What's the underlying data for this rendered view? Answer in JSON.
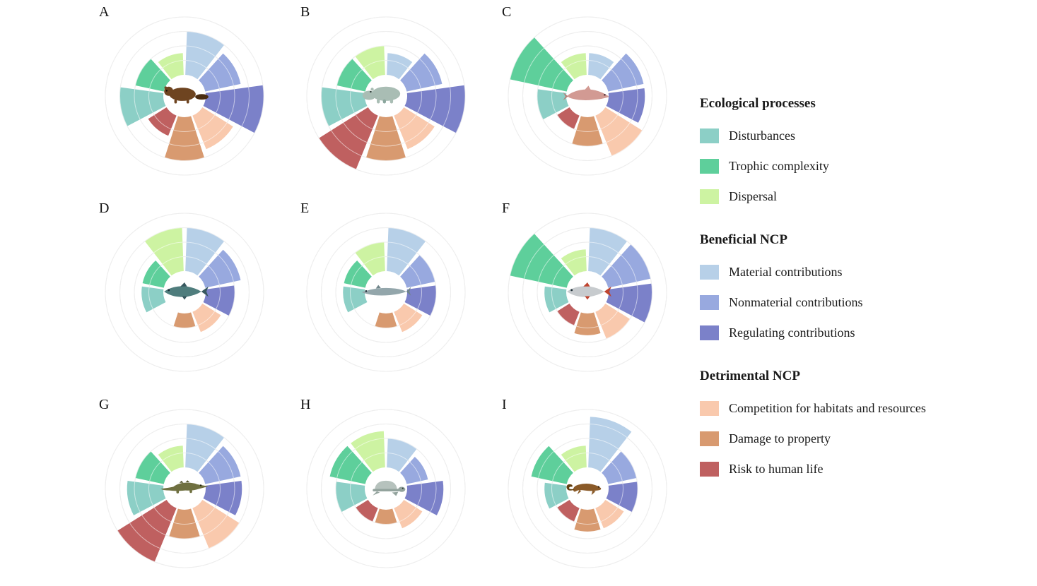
{
  "legend": {
    "groups": [
      {
        "title": "Ecological processes",
        "items": [
          {
            "label": "Disturbances",
            "color": "#8ccfc6"
          },
          {
            "label": "Trophic complexity",
            "color": "#5ecf9b"
          },
          {
            "label": "Dispersal",
            "color": "#cdf3a2"
          }
        ]
      },
      {
        "title": "Beneficial NCP",
        "items": [
          {
            "label": "Material contributions",
            "color": "#b7d0e8"
          },
          {
            "label": "Nonmaterial contributions",
            "color": "#98a9df"
          },
          {
            "label": "Regulating contributions",
            "color": "#7b81c9"
          }
        ]
      },
      {
        "title": "Detrimental NCP",
        "items": [
          {
            "label": "Competition for habitats and resources",
            "color": "#f9c9ad"
          },
          {
            "label": "Damage to property",
            "color": "#d89a70"
          },
          {
            "label": "Risk to human life",
            "color": "#bf6060"
          }
        ]
      }
    ]
  },
  "chart_data": {
    "type": "polar-bar",
    "layout": "3x3 small multiples, one polar (coxcomb) chart per species, sectors clockwise from top",
    "scale": {
      "rings": [
        1,
        2,
        3,
        4
      ],
      "max": 4
    },
    "value_note": "radial magnitudes estimated from gridlines (0-4 scale)",
    "categories": [
      "Material contributions",
      "Nonmaterial contributions",
      "Regulating contributions",
      "Competition for habitats and resources",
      "Damage to property",
      "Risk to human life",
      "Disturbances",
      "Trophic complexity",
      "Dispersal"
    ],
    "colors": [
      "#b7d0e8",
      "#98a9df",
      "#7b81c9",
      "#f9c9ad",
      "#d89a70",
      "#bf6060",
      "#8ccfc6",
      "#5ecf9b",
      "#cdf3a2"
    ],
    "panels": [
      {
        "label": "A",
        "animal": "beaver",
        "icon": "beaver",
        "icon_colors": [
          "#6e4420",
          "#4a2c12"
        ],
        "values": [
          3,
          2.5,
          4,
          2.5,
          3,
          1.5,
          3,
          2,
          1.5
        ]
      },
      {
        "label": "B",
        "animal": "hippopotamus",
        "icon": "hippo",
        "icon_colors": [
          "#a9bdb4",
          "#8ca79e"
        ],
        "values": [
          1.5,
          2.5,
          4,
          2.5,
          3,
          4,
          3,
          2,
          2
        ]
      },
      {
        "label": "C",
        "animal": "river-dolphin",
        "icon": "dolphin",
        "icon_colors": [
          "#d29a93",
          "#b97f78"
        ],
        "values": [
          1.5,
          2.5,
          2.5,
          3,
          2,
          1,
          2,
          4,
          1.5
        ]
      },
      {
        "label": "D",
        "animal": "salmonid-fish",
        "icon": "fish",
        "icon_colors": [
          "#4f7d7d",
          "#38585f"
        ],
        "values": [
          3,
          2.5,
          2,
          1.5,
          1,
          0,
          1.5,
          1.5,
          3
        ]
      },
      {
        "label": "E",
        "animal": "sturgeon",
        "icon": "sturgeon",
        "icon_colors": [
          "#93a6ab",
          "#6f8489"
        ],
        "values": [
          3,
          2,
          2,
          1.5,
          1,
          0,
          1.5,
          1.5,
          2
        ]
      },
      {
        "label": "F",
        "animal": "large-fish",
        "icon": "fish",
        "icon_colors": [
          "#c7cbce",
          "#bf4530"
        ],
        "values": [
          3,
          3,
          3,
          2,
          1.5,
          1,
          1.5,
          4,
          1.5
        ]
      },
      {
        "label": "G",
        "animal": "crocodile",
        "icon": "crocodile",
        "icon_colors": [
          "#6f7040",
          "#54552e"
        ],
        "values": [
          3,
          2.5,
          2.5,
          3,
          2,
          4,
          2.5,
          2,
          1.5
        ]
      },
      {
        "label": "H",
        "animal": "turtle",
        "icon": "turtle",
        "icon_colors": [
          "#b6c2bd",
          "#93a39d"
        ],
        "values": [
          2,
          1.5,
          2.5,
          1.5,
          1,
          1,
          2,
          2.5,
          2.5
        ]
      },
      {
        "label": "I",
        "animal": "giant-salamander",
        "icon": "salamander",
        "icon_colors": [
          "#8a5a28",
          "#64400f"
        ],
        "values": [
          3.5,
          2,
          2,
          1.5,
          1.5,
          1,
          1.5,
          2.5,
          1.5
        ]
      }
    ]
  }
}
